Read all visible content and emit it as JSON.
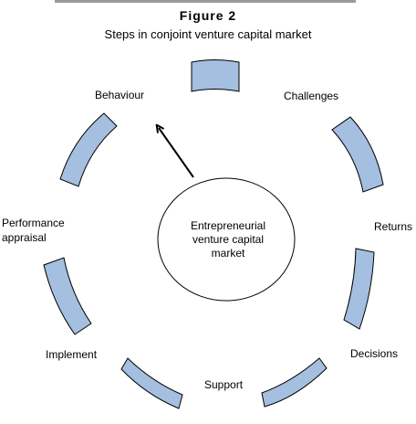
{
  "figure": {
    "number": "Figure 2",
    "title": "Steps in conjoint venture capital market"
  },
  "center": {
    "line1": "Entrepreneurial",
    "line2": "venture capital",
    "line3": "market"
  },
  "steps": [
    "Challenges",
    "Returns",
    "Decisions",
    "Support",
    "Implement",
    "Performance appraisal",
    "Behaviour"
  ],
  "labels": {
    "challenges": "Challenges",
    "returns": "Returns",
    "decisions": "Decisions",
    "support": "Support",
    "implement": "Implement",
    "performance_line1": "Performance",
    "performance_line2": "appraisal",
    "behaviour": "Behaviour"
  },
  "colors": {
    "segment_fill": "#a4bfdf",
    "stroke": "#000000"
  }
}
